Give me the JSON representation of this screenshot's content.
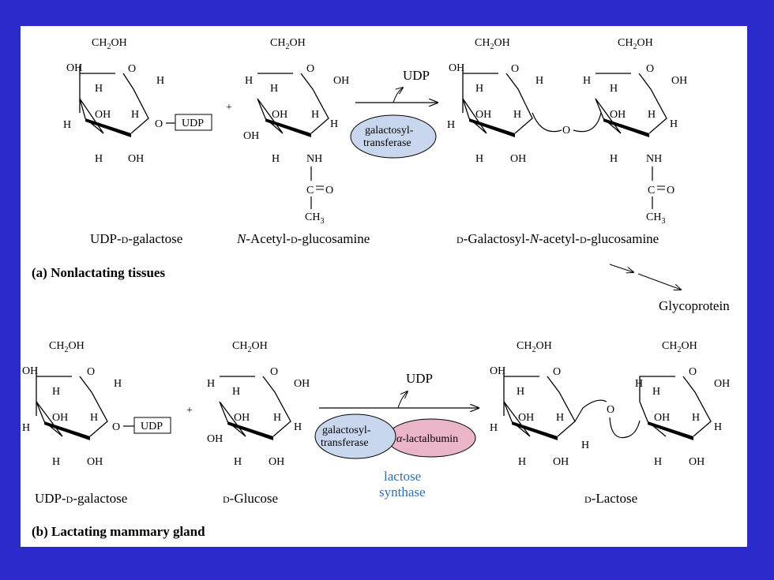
{
  "part_a": {
    "heading": "(a) Nonlactating tissues",
    "reactant1": {
      "name_prefix": "UDP-",
      "name_sc": "D",
      "name_suffix": "-galactose",
      "tag": "UDP"
    },
    "plus": "+",
    "reactant2": {
      "name_italic": "N",
      "name_mid": "-Acetyl-",
      "name_sc": "D",
      "name_suffix": "-glucosamine"
    },
    "byproduct": "UDP",
    "enzyme": {
      "line1": "galactosyl-",
      "line2": "transferase"
    },
    "product": {
      "sc1": "D",
      "mid1": "-Galactosyl-",
      "italic": "N",
      "mid2": "-acetyl-",
      "sc2": "D",
      "suffix": "-glucosamine",
      "link_o": "O"
    },
    "downstream": "Glycoprotein"
  },
  "part_b": {
    "heading": "(b) Lactating mammary gland",
    "reactant1": {
      "name_prefix": "UDP-",
      "name_sc": "D",
      "name_suffix": "-galactose",
      "tag": "UDP"
    },
    "plus": "+",
    "reactant2": {
      "name_sc": "D",
      "name_suffix": "-Glucose"
    },
    "byproduct": "UDP",
    "enzyme1": {
      "line1": "galactosyl-",
      "line2": "transferase"
    },
    "enzyme2": {
      "greek": "α",
      "text": "-lactalbumin"
    },
    "complex": {
      "line1": "lactose",
      "line2": "synthase"
    },
    "product": {
      "sc": "D",
      "suffix": "-Lactose",
      "link_o": "O"
    }
  },
  "atoms": {
    "ch2oh": "CH",
    "ch2oh_sub": "2",
    "ch2oh_tail": "OH",
    "oh": "OH",
    "ho": "OH",
    "h": "H",
    "o": "O",
    "nh": "NH",
    "co": "C",
    "dbl_o": "O",
    "ch3": "CH",
    "ch3_sub": "3"
  },
  "colors": {
    "background": "#2b2bcc",
    "enzyme_fill": "#c9d7ee",
    "lactalbumin_fill": "#eab5c8",
    "synthase_text": "#2f6fb0"
  }
}
